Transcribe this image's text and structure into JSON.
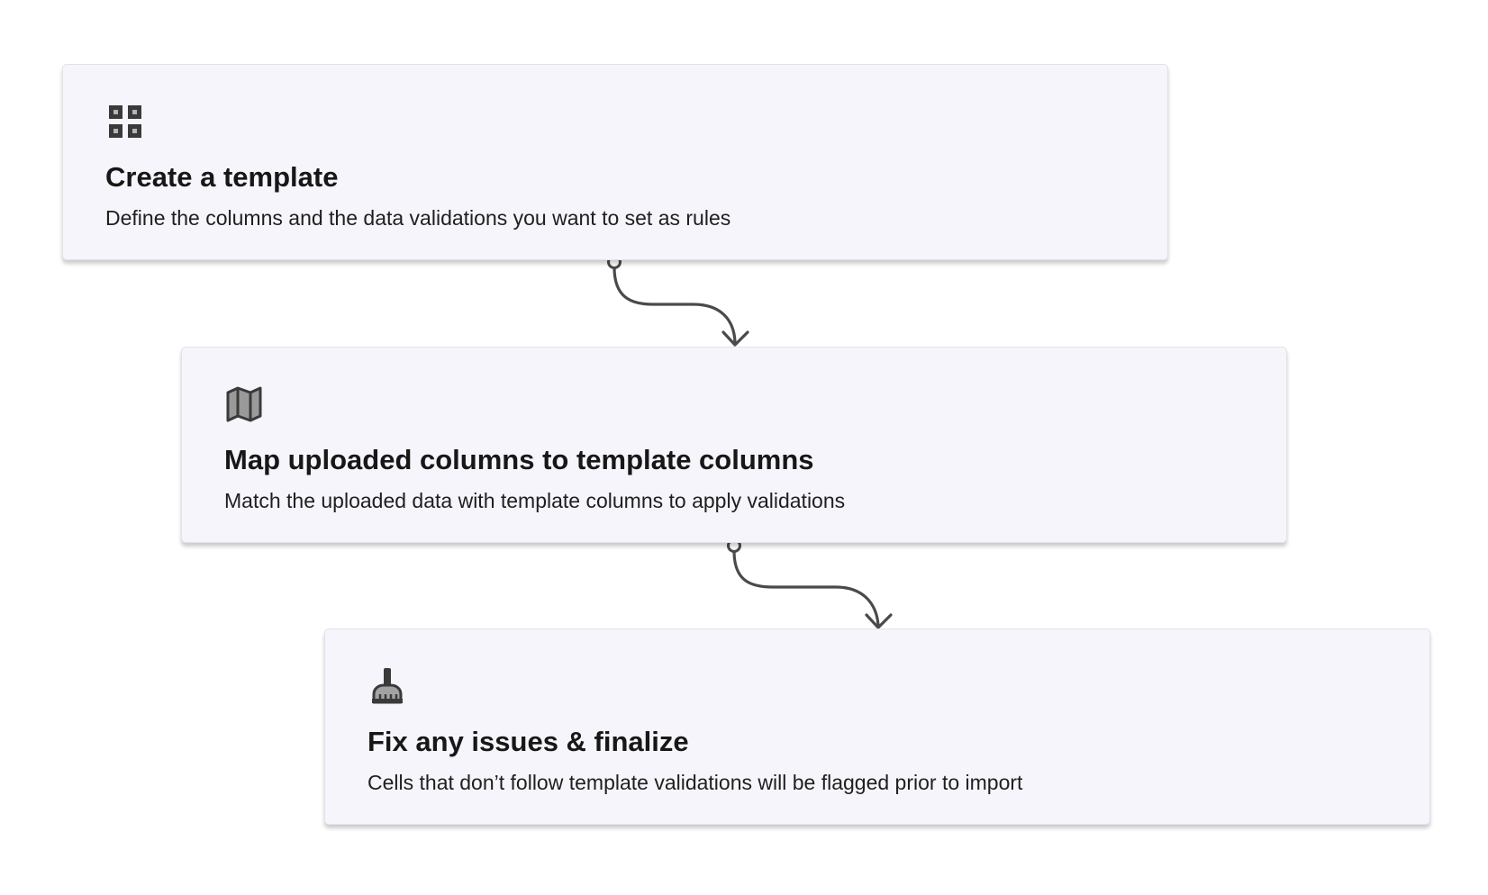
{
  "steps": [
    {
      "icon": "grid-icon",
      "title": "Create a template",
      "description": "Define the columns and the data validations you want to set as rules"
    },
    {
      "icon": "map-icon",
      "title": "Map uploaded columns to template columns",
      "description": "Match the uploaded data with template columns to apply validations"
    },
    {
      "icon": "broom-icon",
      "title": "Fix any issues & finalize",
      "description": "Cells that don’t follow template validations will be flagged prior to import"
    }
  ],
  "colors": {
    "card_background": "#f6f5fb",
    "connector": "#4a4a4a",
    "icon": "#3a3a3a"
  }
}
